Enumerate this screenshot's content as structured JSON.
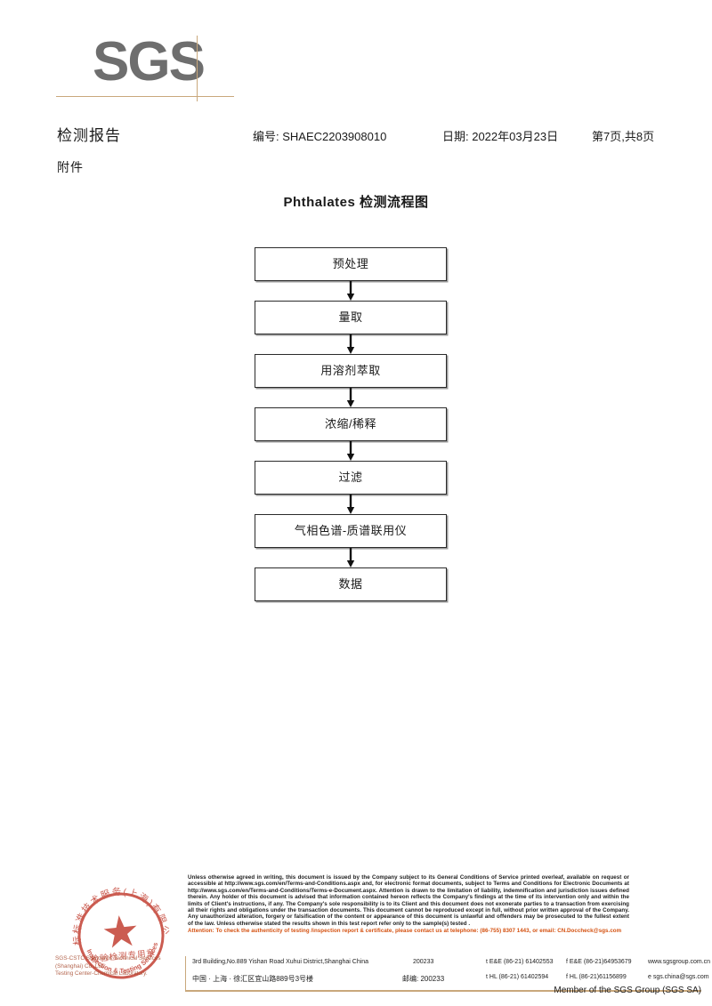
{
  "logo": {
    "text": "SGS"
  },
  "header": {
    "title": "检测报告",
    "attachment": "附件",
    "report_no": "编号: SHAEC2203908010",
    "date": "日期: 2022年03月23日",
    "page": "第7页,共8页"
  },
  "flowchart": {
    "title": "Phthalates 检测流程图",
    "nodes": [
      {
        "label": "预处理"
      },
      {
        "label": "量取"
      },
      {
        "label": "用溶剂萃取"
      },
      {
        "label": "浓缩/稀释"
      },
      {
        "label": "过滤"
      },
      {
        "label": "气相色谱-质谱联用仪"
      },
      {
        "label": "数据"
      }
    ]
  },
  "stamp": {
    "outer_text": "通标标准技术服务(上海)有限公司",
    "line1": "检验检测专用章",
    "line2": "Inspection & Testing Services",
    "color": "#c0392b"
  },
  "company_mark": {
    "line1": "SGS-CSTC Standards Technical Services (Shanghai) Co.,Ltd.",
    "line2": "Testing Center-Chemical Laboratory."
  },
  "legal": {
    "paragraph": "Unless otherwise agreed in writing, this document is issued by the Company subject to its General Conditions of Service printed overleaf, available on request or accessible at http://www.sgs.com/en/Terms-and-Conditions.aspx and, for electronic format documents, subject to Terms and Conditions for Electronic Documents at http://www.sgs.com/en/Terms-and-Conditions/Terms-e-Document.aspx. Attention is drawn to the limitation of liability, indemnification and jurisdiction issues defined therein. Any holder of this document is advised that information contained hereon reflects the Company's findings at the time of its intervention only and within the limits of Client's instructions, if any. The Company's sole responsibility is to its Client and this document does not exonerate parties to a transaction from exercising all their rights and obligations under the transaction documents. This document cannot be reproduced except in full, without prior written approval of the Company. Any unauthorized alteration, forgery or falsification of the content or appearance of this document is unlawful and offenders may be prosecuted to the fullest extent of the law. Unless otherwise stated the results shown in this test report refer only to the sample(s) tested .",
    "attention": "Attention: To check the authenticity of testing /inspection report & certificate, please contact us at telephone: (86-755) 8307 1443, or email: CN.Doccheck@sgs.com"
  },
  "address": {
    "street_en": "3rd Building,No.889 Yishan Road Xuhui District,Shanghai China",
    "zip_en": "200233",
    "tel_en": "t E&E (86-21) 61402553",
    "fax_en": "f E&E (86-21)64953679",
    "web": "www.sgsgroup.com.cn",
    "street_cn": "中国 · 上海 · 徐汇区宜山路889号3号楼",
    "zip_cn": "邮编: 200233",
    "tel_cn": "t HL (86-21) 61402594",
    "fax_cn": "f HL (86-21)61156899",
    "email": "e sgs.china@sgs.com"
  },
  "footer": {
    "member": "Member of the SGS Group (SGS SA)"
  }
}
